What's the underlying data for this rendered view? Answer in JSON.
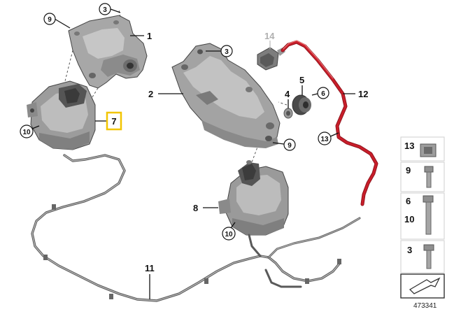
{
  "diagram": {
    "callouts": {
      "c9_top": "9",
      "c3_top": "3",
      "c1": "1",
      "c10_left": "10",
      "c7": "7",
      "c3_mid": "3",
      "c14": "14",
      "c2": "2",
      "c5": "5",
      "c4": "4",
      "c6": "6",
      "c12": "12",
      "c13": "13",
      "c9_mid": "9",
      "c8": "8",
      "c10_mid": "10",
      "c11": "11"
    },
    "legend": [
      {
        "label": "13"
      },
      {
        "label": "9"
      },
      {
        "label": "6"
      },
      {
        "label": "10"
      },
      {
        "label": "3"
      }
    ],
    "doc_number": "473341",
    "colors": {
      "highlight": "#f2c500",
      "hose_red": "#c81e2a",
      "part_gray": "#a9a9a9"
    }
  }
}
